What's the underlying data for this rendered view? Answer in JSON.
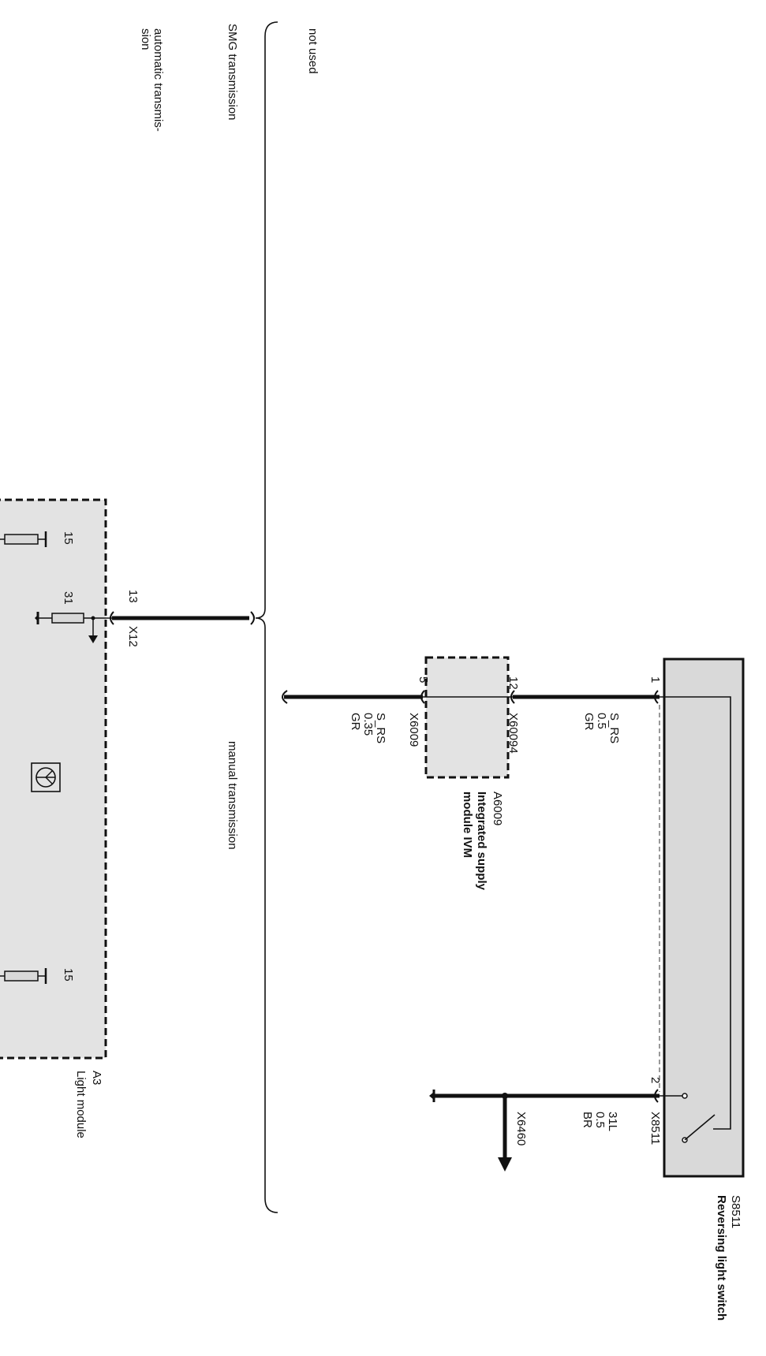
{
  "colors": {
    "wire": "#111111",
    "component_fill": "#d9d9d9",
    "module_fill": "#e3e3e3",
    "background": "#ffffff"
  },
  "notes": {
    "not_used": "not used",
    "smg": "SMG  transmission",
    "automatic_line1": "automatic transmis-",
    "automatic_line2": "sion",
    "manual": "manual transmission"
  },
  "switch": {
    "code": "S8511",
    "name": "Reversing light switch",
    "connector": "X8511",
    "pin1": "1",
    "pin2": "2"
  },
  "wire_upper": {
    "signal": "S_RS",
    "size": "0.5",
    "color": "GR",
    "connector": "X60094",
    "pin": "12"
  },
  "wire_lower": {
    "signal": "S_RS",
    "size": "0.35",
    "color": "GR",
    "connector": "X6009",
    "pin": "5"
  },
  "ground_wire": {
    "signal": "31L",
    "size": "0.5",
    "color": "BR",
    "connector": "X6460"
  },
  "ivm": {
    "code": "A6009",
    "name_line1": "Integrated supply",
    "name_line2": "module IVM"
  },
  "light_module": {
    "code": "A3",
    "name": "Light module",
    "connector": "X12",
    "pin": "13",
    "term_15": "15",
    "term_31": "31",
    "term_15b": "15"
  }
}
